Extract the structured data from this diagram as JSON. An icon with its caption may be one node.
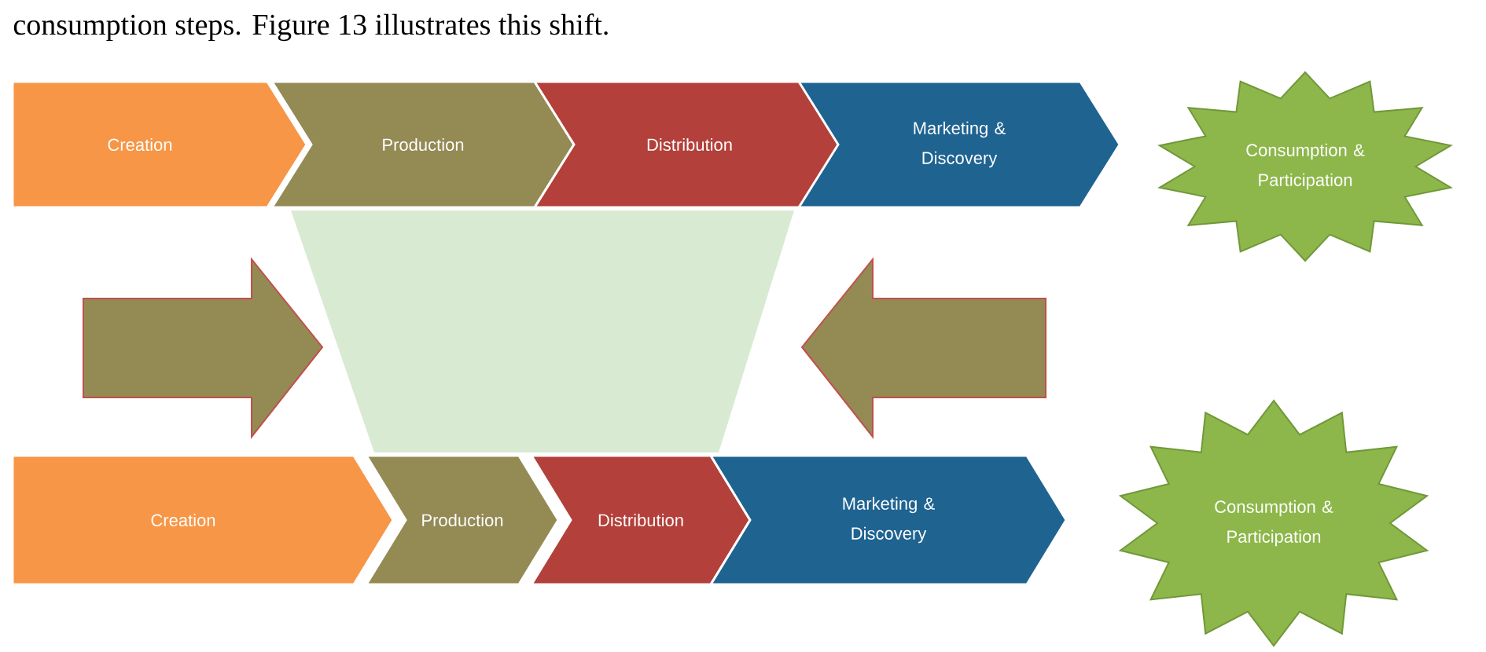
{
  "diagram": {
    "nodes": [
      {
        "text": [
          "Creation"
        ]
      },
      {
        "text": [
          "Production"
        ]
      },
      {
        "text": [
          "Distribution"
        ]
      },
      {
        "text": [
          "Marketing & Discovery"
        ]
      },
      {
        "text": [
          "Consumption & Participation"
        ]
      },
      {
        "text": [
          "Creation"
        ]
      },
      {
        "text": [
          "Production"
        ]
      },
      {
        "text": [
          "Distribution"
        ]
      },
      {
        "text": [
          "Marketing & Discovery"
        ]
      },
      {
        "text": [
          "Consumption & Participation"
        ]
      }
    ],
    "labels": [
      "consumption steps. Figure 13 illustrates this shift."
    ]
  }
}
